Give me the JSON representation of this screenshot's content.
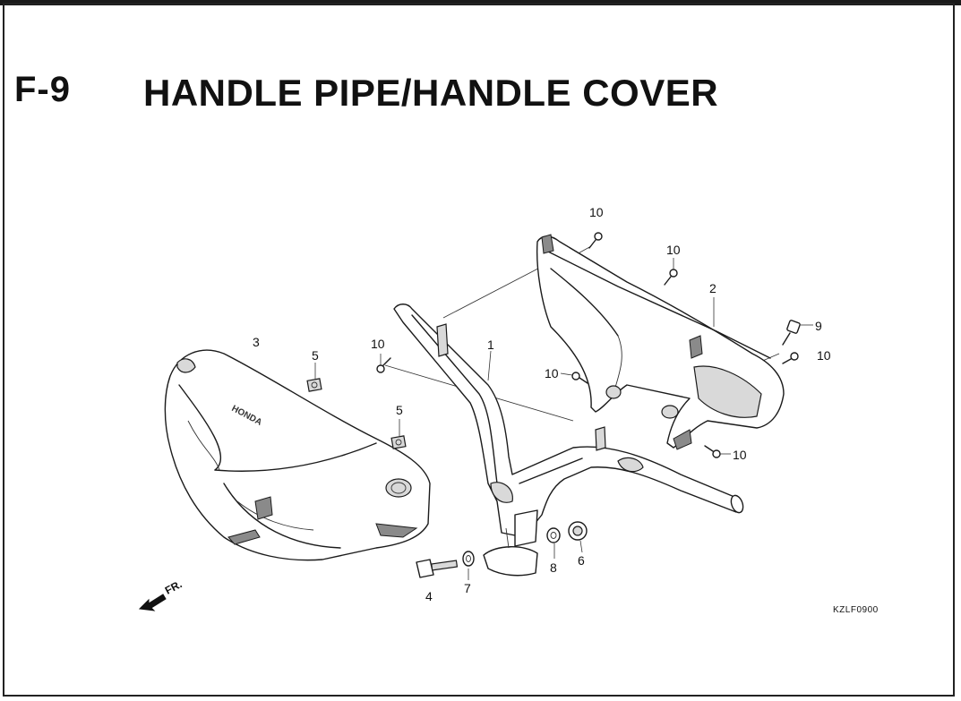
{
  "header": {
    "section_code": "F-9",
    "title": "HANDLE PIPE/HANDLE COVER"
  },
  "diagram": {
    "figure_code": "KZLF0900",
    "front_indicator": "FR.",
    "callouts": [
      {
        "id": "c1",
        "label": "1"
      },
      {
        "id": "c2",
        "label": "2"
      },
      {
        "id": "c3",
        "label": "3"
      },
      {
        "id": "c4",
        "label": "4"
      },
      {
        "id": "c5a",
        "label": "5"
      },
      {
        "id": "c5b",
        "label": "5"
      },
      {
        "id": "c6",
        "label": "6"
      },
      {
        "id": "c7",
        "label": "7"
      },
      {
        "id": "c8",
        "label": "8"
      },
      {
        "id": "c9",
        "label": "9"
      },
      {
        "id": "c10a",
        "label": "10"
      },
      {
        "id": "c10b",
        "label": "10"
      },
      {
        "id": "c10c",
        "label": "10"
      },
      {
        "id": "c10d",
        "label": "10"
      },
      {
        "id": "c10e",
        "label": "10"
      },
      {
        "id": "c10f",
        "label": "10"
      }
    ],
    "brand_marking": "HONDA"
  }
}
